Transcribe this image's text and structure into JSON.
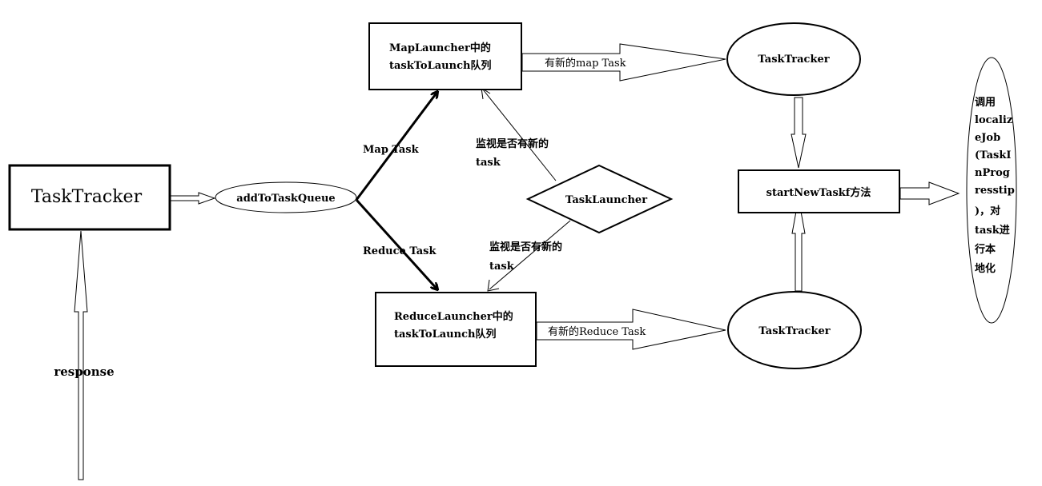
{
  "nodes": {
    "task_tracker_left": "TaskTracker",
    "add_to_task_queue": "addToTaskQueue",
    "map_launcher_line1": "MapLauncher中的",
    "map_launcher_line2": "taskToLaunch队列",
    "reduce_launcher_line1": "ReduceLauncher中的",
    "reduce_launcher_line2": "taskToLaunch队列",
    "task_launcher": "TaskLauncher",
    "task_tracker_top": "TaskTracker",
    "task_tracker_bottom": "TaskTracker",
    "start_new_task": "startNewTaskf方法",
    "localize_lines": [
      "调用",
      "localiz",
      "eJob",
      "(TaskI",
      "nProg",
      "resstip",
      ")，对",
      "task进",
      "行本",
      "地化"
    ]
  },
  "edges": {
    "response": "response",
    "map_task": "Map Task",
    "reduce_task": "Reduce Task",
    "watch_map_line1": "监视是否有新的",
    "watch_map_line2": "task",
    "watch_reduce_line1": "监视是否有新的",
    "watch_reduce_line2": "task",
    "new_map_task": "有新的map Task",
    "new_reduce_task": "有新的Reduce Task"
  }
}
